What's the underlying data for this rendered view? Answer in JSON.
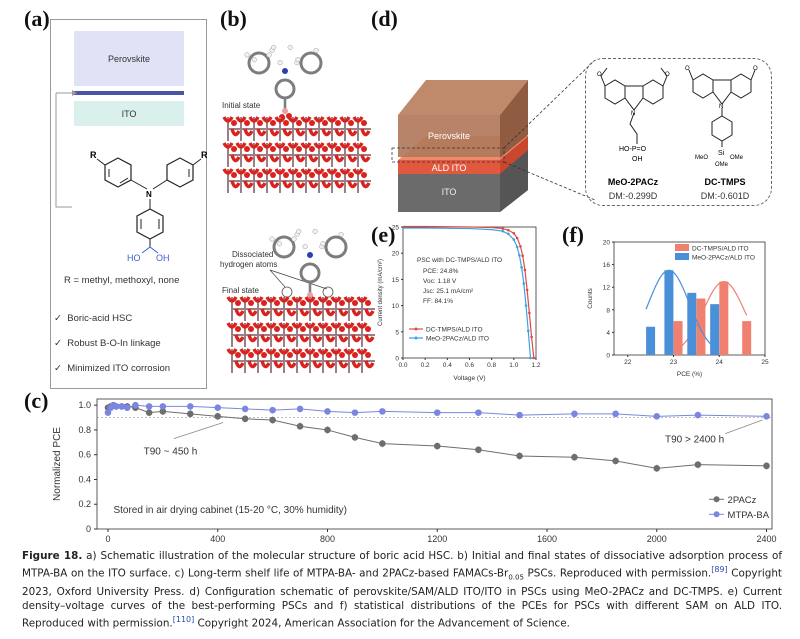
{
  "panels": {
    "a": {
      "label": "(a)",
      "layers": [
        "Perovskite",
        "ITO"
      ],
      "substituent_R": "R",
      "nitrogen": "N",
      "boronic_left": "HO",
      "boronic_right": "OH",
      "r_definition": "R = methyl, methoxyl, none",
      "features": [
        "Boric-acid HSC",
        "Robust B-O-In linkage",
        "Minimized ITO corrosion"
      ],
      "colors": {
        "perovskite": "#dfe3f5",
        "sam_line": "#4a55a8",
        "ito": "#d9f0ec",
        "boronic": "#3e5fd0"
      }
    },
    "b": {
      "label": "(b)",
      "initial_state": "Initial state",
      "final_state": "Final state",
      "annotation_line1": "Dissociated",
      "annotation_line2": "hydrogen atoms",
      "colors": {
        "oxygen": "#d9231f",
        "indium": "#9b7f86",
        "carbon": "#7d7d7d",
        "hydrogen": "#f2f2f2",
        "nitrogen": "#2a3fb0"
      }
    },
    "d": {
      "label": "(d)",
      "layers": [
        "Perovskite",
        "ALD ITO",
        "ITO"
      ],
      "molecules": [
        {
          "name": "MeO-2PACz",
          "dipole": "DM:-0.299D",
          "anchor": "HO-P=O",
          "anchor_sub": "OH"
        },
        {
          "name": "DC-TMPS",
          "dipole": "DM:-0.601D",
          "anchor_si": "Si",
          "anchor_groups": [
            "MeO",
            "OMe",
            "OMe"
          ]
        }
      ],
      "colors": {
        "perovskite": "#b17a5c",
        "ald_ito": "#e0583e",
        "ito": "#6b6b6b"
      }
    },
    "e": {
      "label": "(e)"
    },
    "f": {
      "label": "(f)"
    },
    "c": {
      "label": "(c)"
    }
  },
  "chart_data": [
    {
      "id": "e",
      "type": "line",
      "title": "",
      "xlabel": "Voltage (V)",
      "ylabel": "Current density (mA/cm²)",
      "xlim": [
        0.0,
        1.2
      ],
      "ylim": [
        0,
        25
      ],
      "xticks": [
        "0.0",
        "0.2",
        "0.4",
        "0.6",
        "0.8",
        "1.0",
        "1.2"
      ],
      "yticks": [
        "0",
        "5",
        "10",
        "15",
        "20",
        "25"
      ],
      "annotation": {
        "title": "PSC with DC-TMPS/ALD ITO",
        "lines": [
          "PCE: 24.8%",
          "Voc: 1.18 V",
          "Jsc: 25.1 mA/cm²",
          "FF: 84.1%"
        ]
      },
      "legend_position": "bottom-left",
      "series": [
        {
          "name": "DC-TMPS/ALD ITO",
          "color": "#e04848",
          "x": [
            0.0,
            0.2,
            0.4,
            0.6,
            0.8,
            0.9,
            0.95,
            1.0,
            1.03,
            1.06,
            1.08,
            1.1,
            1.12,
            1.14,
            1.16,
            1.18
          ],
          "y": [
            25.1,
            25.1,
            25.05,
            25.0,
            24.9,
            24.7,
            24.4,
            23.8,
            22.9,
            21.3,
            19.5,
            16.8,
            13.0,
            8.6,
            4.0,
            0.0
          ]
        },
        {
          "name": "MeO-2PACz/ALD ITO",
          "color": "#3aa3dc",
          "x": [
            0.0,
            0.2,
            0.4,
            0.6,
            0.8,
            0.9,
            0.95,
            1.0,
            1.03,
            1.05,
            1.07,
            1.09,
            1.11,
            1.13,
            1.15
          ],
          "y": [
            24.8,
            24.8,
            24.75,
            24.7,
            24.5,
            24.2,
            23.7,
            22.6,
            21.2,
            19.6,
            17.3,
            14.2,
            10.0,
            5.2,
            0.0
          ]
        }
      ]
    },
    {
      "id": "f",
      "type": "bar",
      "title": "",
      "xlabel": "PCE (%)",
      "ylabel": "Counts",
      "xlim": [
        21.7,
        25
      ],
      "ylim": [
        0,
        20
      ],
      "xticks": [
        "22",
        "23",
        "24",
        "25"
      ],
      "yticks": [
        "0",
        "4",
        "8",
        "12",
        "16",
        "20"
      ],
      "legend_position": "top-right",
      "series": [
        {
          "name": "DC-TMPS/ALD ITO",
          "color": "#f08070",
          "x": [
            23.1,
            23.6,
            24.1,
            24.6
          ],
          "values": [
            6,
            10,
            13,
            6
          ],
          "fit": {
            "mean": 24.1,
            "peak": 13,
            "range": [
              23.1,
              24.6
            ]
          }
        },
        {
          "name": "MeO-2PACz/ALD ITO",
          "color": "#4a90d8",
          "x": [
            22.5,
            22.9,
            23.4,
            23.9
          ],
          "values": [
            5,
            15,
            11,
            9
          ],
          "fit": {
            "mean": 22.9,
            "peak": 15,
            "range": [
              22.4,
              23.95
            ]
          }
        }
      ]
    },
    {
      "id": "c",
      "type": "line",
      "title": "",
      "xlabel": "",
      "ylabel": "Normalized PCE",
      "xlim": [
        -40,
        2420
      ],
      "ylim": [
        0,
        1.05
      ],
      "xticks": [
        "0",
        "400",
        "800",
        "1200",
        "1600",
        "2000",
        "2400"
      ],
      "yticks": [
        "0",
        "0.2",
        "0.4",
        "0.6",
        "0.8",
        "1.0"
      ],
      "reference_line": 0.9,
      "annotations": [
        "T90 ~ 450 h",
        "T90 > 2400 h",
        "Stored in air drying cabinet (15-20 °C, 30% humidity)"
      ],
      "legend_position": "bottom-right",
      "series": [
        {
          "name": "2PACz",
          "color": "#6e6e6e",
          "x": [
            0,
            10,
            20,
            30,
            50,
            70,
            100,
            150,
            200,
            300,
            400,
            500,
            600,
            700,
            800,
            900,
            1000,
            1200,
            1350,
            1500,
            1700,
            1850,
            2000,
            2150,
            2400
          ],
          "y": [
            0.98,
            0.99,
            1.0,
            0.99,
            0.99,
            0.99,
            0.98,
            0.94,
            0.95,
            0.93,
            0.91,
            0.89,
            0.88,
            0.83,
            0.8,
            0.74,
            0.69,
            0.67,
            0.64,
            0.59,
            0.58,
            0.55,
            0.49,
            0.52,
            0.51
          ]
        },
        {
          "name": "MTPA-BA",
          "color": "#7b86e0",
          "x": [
            0,
            10,
            20,
            30,
            50,
            70,
            100,
            150,
            200,
            300,
            400,
            500,
            600,
            700,
            800,
            900,
            1000,
            1200,
            1350,
            1500,
            1700,
            1850,
            2000,
            2150,
            2400
          ],
          "y": [
            0.94,
            0.98,
            1.0,
            0.99,
            0.99,
            0.98,
            1.0,
            0.99,
            0.99,
            0.99,
            0.98,
            0.97,
            0.96,
            0.97,
            0.95,
            0.94,
            0.95,
            0.94,
            0.94,
            0.92,
            0.93,
            0.93,
            0.91,
            0.92,
            0.91
          ]
        }
      ]
    }
  ],
  "caption": {
    "label": "Figure 18.",
    "part1": " a) Schematic illustration of the molecular structure of boric acid HSC. b) Initial and final states of dissociative adsorption process of MTPA-BA on the ITO surface. c) Long-term shelf life of MTPA-BA- and 2PACz-based FAMACs-Br",
    "sub": "0.05",
    "part2": " PSCs. Reproduced with permission.",
    "ref1": "[89]",
    "part3": " Copyright 2023, Oxford University Press. d) Configuration schematic of perovskite/SAM/ALD ITO/ITO in PSCs using MeO-2PACz and DC-TMPS. e) Current density–voltage curves of the best-performing PSCs and f) statistical distributions of the PCEs for PSCs with different SAM on ALD ITO. Reproduced with permission.",
    "ref2": "[110]",
    "part4": " Copyright 2024, American Association for the Advancement of Science."
  }
}
